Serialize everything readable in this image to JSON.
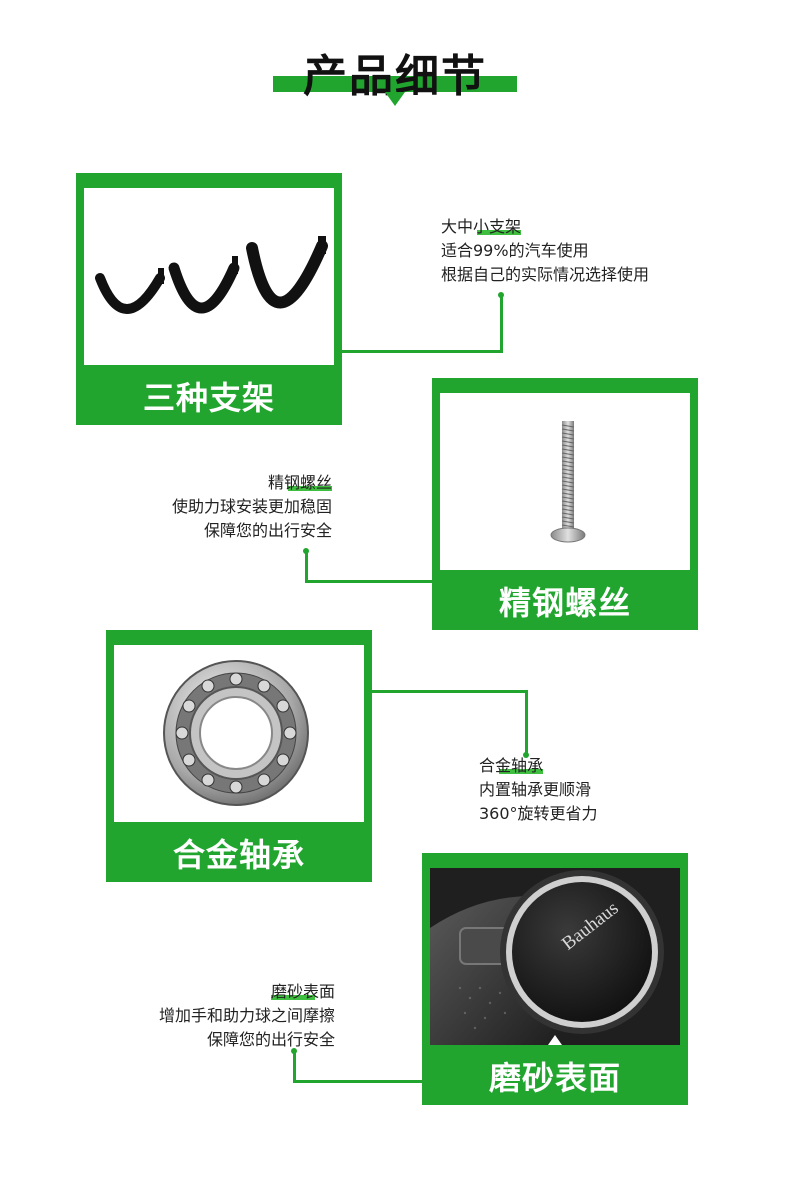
{
  "header": {
    "title": "产品细节"
  },
  "sections": [
    {
      "label": "三种支架",
      "title": "大中小支架",
      "lines": [
        "适合99%的汽车使用",
        "根据自己的实际情况选择使用"
      ]
    },
    {
      "label": "精钢螺丝",
      "title": "精钢螺丝",
      "lines": [
        "使助力球安装更加稳固",
        "保障您的出行安全"
      ]
    },
    {
      "label": "合金轴承",
      "title": "合金轴承",
      "lines": [
        "内置轴承更顺滑",
        "360°旋转更省力"
      ]
    },
    {
      "label": "磨砂表面",
      "title": "磨砂表面",
      "lines": [
        "增加手和助力球之间摩擦",
        "保障您的出行安全"
      ]
    }
  ],
  "brand": {
    "logo_text": "Bauhaus"
  },
  "colors": {
    "accent": "#21a52f",
    "text": "#222222"
  }
}
